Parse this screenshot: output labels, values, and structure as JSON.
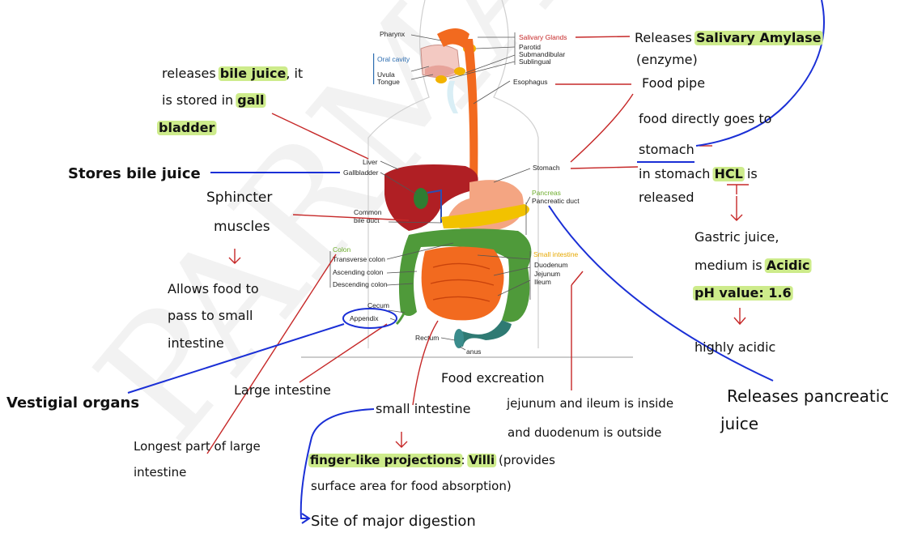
{
  "watermark": "PARMAR",
  "diagram_labels": {
    "pharynx": "Pharynx",
    "oral_cavity": "Oral cavity",
    "uvula": "Uvula",
    "tongue": "Tongue",
    "salivary_glands": "Salivary Glands",
    "parotid": "Parotid",
    "submandibular": "Submandibular",
    "sublingual": "Sublingual",
    "esophagus": "Esophagus",
    "liver": "Liver",
    "gallbladder": "Gallbladder",
    "stomach": "Stomach",
    "pancreas": "Pancreas",
    "pancreatic_duct": "Pancreatic duct",
    "common_bile_duct_1": "Common",
    "common_bile_duct_2": "bile duct",
    "colon": "Colon",
    "transverse_colon": "Transverse colon",
    "ascending_colon": "Ascending colon",
    "descending_colon": "Descending colon",
    "small_intestine": "Small intestine",
    "duodenum": "Duodenum",
    "jejunum": "Jejunum",
    "ileum": "Ileum",
    "cecum": "Cecum",
    "appendix": "Appendix",
    "rectum": "Rectum",
    "anus": "anus"
  },
  "notes": {
    "salivary_1": "Releases ",
    "salivary_hl": "Salivary Amylase",
    "salivary_2": "(enzyme)",
    "food_pipe": "Food pipe",
    "food_direct_1": "food directly goes to",
    "food_direct_2": "stomach",
    "hcl_1": "in stomach ",
    "hcl_hl": "HCL",
    "hcl_2": " is",
    "hcl_3": "released",
    "gastric_1": "Gastric juice,",
    "gastric_2": "medium is ",
    "gastric_hl": "Acidic",
    "ph_hl": "pH value: 1.6",
    "highly_acidic": "highly acidic",
    "pancreatic_1": "Releases pancreatic",
    "pancreatic_2": "juice",
    "bile_1": "releases ",
    "bile_hl": "bile juice",
    "bile_2": ", it",
    "bile_3": "is stored in ",
    "bile_hl2": "gall",
    "bile_hl3": "bladder",
    "stores_bile": "Stores bile juice",
    "sphincter_1": "Sphincter",
    "sphincter_2": "muscles",
    "allows_1": "Allows food to",
    "allows_2": "pass to small",
    "allows_3": "intestine",
    "vestigial": "Vestigial organs",
    "large_intestine": "Large intestine",
    "longest_1": "Longest part of large",
    "longest_2": "intestine",
    "food_excretion": "Food excreation",
    "small_intestine": "small intestine",
    "jejunum_1": "jejunum and ileum is inside",
    "jejunum_2": "and duodenum is outside",
    "villi_hl": "finger-like projections",
    "villi_1": ": ",
    "villi_hl2": "Villi",
    "villi_2": " (provides",
    "villi_3": "surface area for food absorption)",
    "major_digestion": "Site of major digestion"
  },
  "colors": {
    "annotation_red": "#c62828",
    "annotation_blue": "#1a2fd6",
    "highlight": "#cdeb8b"
  }
}
